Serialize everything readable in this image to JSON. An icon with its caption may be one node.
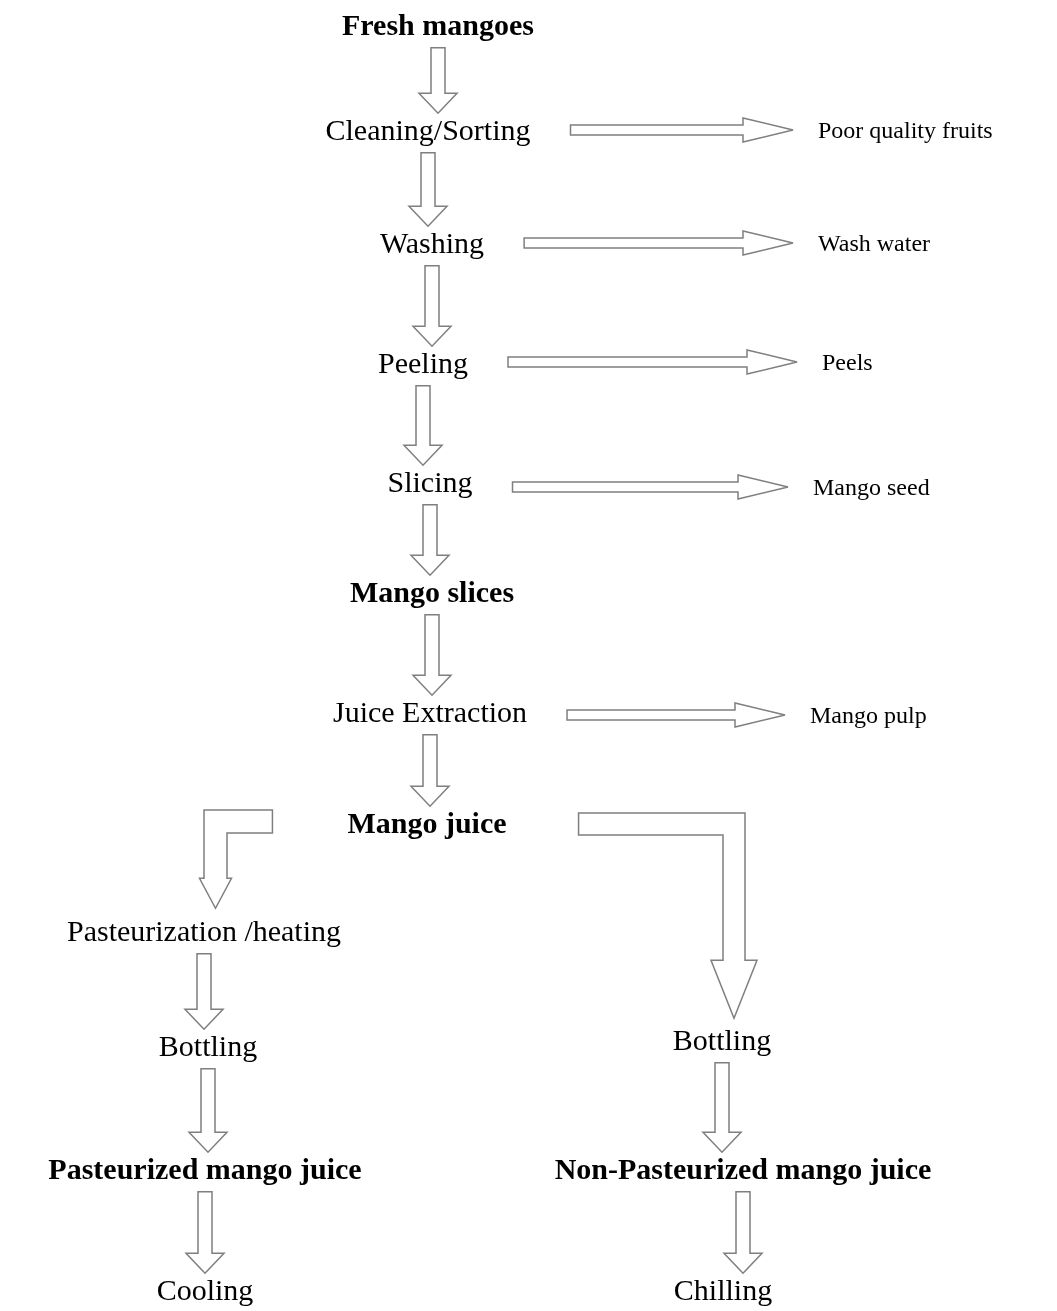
{
  "diagram": {
    "nodes": [
      {
        "text": [
          "Fresh mangoes"
        ]
      },
      {
        "text": [
          "Cleaning/Sorting"
        ]
      },
      {
        "text": [
          "Poor quality fruits"
        ]
      },
      {
        "text": [
          "Washing"
        ]
      },
      {
        "text": [
          "Wash water"
        ]
      },
      {
        "text": [
          "Peeling"
        ]
      },
      {
        "text": [
          "Peels"
        ]
      },
      {
        "text": [
          "Slicing"
        ]
      },
      {
        "text": [
          "Mango seed"
        ]
      },
      {
        "text": [
          "Mango slices"
        ]
      },
      {
        "text": [
          "Juice Extraction"
        ]
      },
      {
        "text": [
          "Mango pulp"
        ]
      },
      {
        "text": [
          "Mango juice"
        ]
      },
      {
        "text": [
          "Pasteurization /heating"
        ]
      },
      {
        "text": [
          "Bottling"
        ]
      },
      {
        "text": [
          "Pasteurized mango juice"
        ]
      },
      {
        "text": [
          "Cooling"
        ]
      },
      {
        "text": [
          "Bottling"
        ]
      },
      {
        "text": [
          "Non-Pasteurized mango juice"
        ]
      },
      {
        "text": [
          "Chilling"
        ]
      }
    ],
    "edges": [
      {
        "from": 0,
        "to": 1,
        "arrow": "to"
      },
      {
        "from": 1,
        "to": 2,
        "arrow": "to"
      },
      {
        "from": 1,
        "to": 3,
        "arrow": "to"
      },
      {
        "from": 3,
        "to": 4,
        "arrow": "to"
      },
      {
        "from": 3,
        "to": 5,
        "arrow": "to"
      },
      {
        "from": 5,
        "to": 6,
        "arrow": "to"
      },
      {
        "from": 5,
        "to": 7,
        "arrow": "to"
      },
      {
        "from": 7,
        "to": 8,
        "arrow": "to"
      },
      {
        "from": 7,
        "to": 9,
        "arrow": "to"
      },
      {
        "from": 9,
        "to": 10,
        "arrow": "to"
      },
      {
        "from": 10,
        "to": 11,
        "arrow": "to"
      },
      {
        "from": 10,
        "to": 12,
        "arrow": "to"
      },
      {
        "from": 12,
        "to": 13,
        "arrow": "to"
      },
      {
        "from": 13,
        "to": 14,
        "arrow": "to"
      },
      {
        "from": 14,
        "to": 15,
        "arrow": "to"
      },
      {
        "from": 15,
        "to": 16,
        "arrow": "to"
      },
      {
        "from": 12,
        "to": 17,
        "arrow": "to"
      },
      {
        "from": 17,
        "to": 18,
        "arrow": "to"
      },
      {
        "from": 18,
        "to": 19,
        "arrow": "to"
      }
    ]
  }
}
